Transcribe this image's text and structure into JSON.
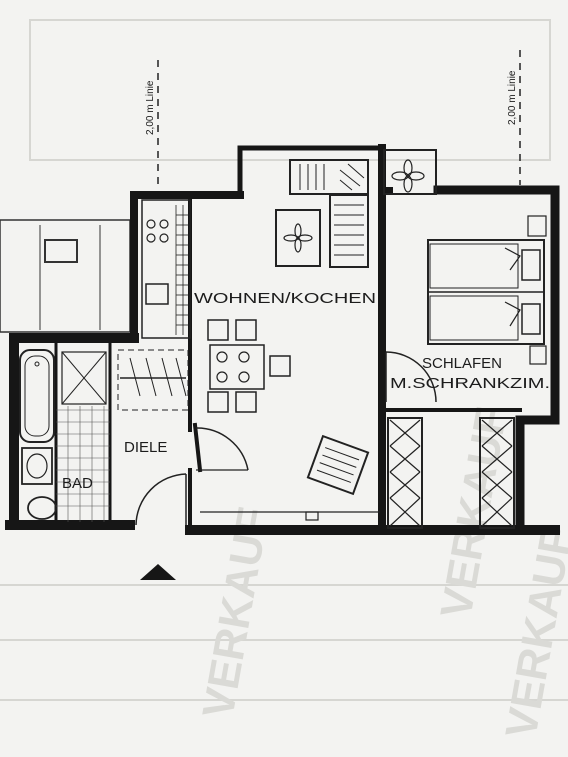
{
  "plan": {
    "rooms": {
      "wohnen": "WOHNEN/KOCHEN",
      "schlafen_line1": "SCHLAFEN",
      "schlafen_line2": "M.SCHRANKZIM.",
      "diele": "DIELE",
      "bad": "BAD"
    },
    "dimension_left": "2,00 m Linie",
    "dimension_right": "2,00 m Linie",
    "watermark": "VERKAUF",
    "colors": {
      "wall": "#161616",
      "line": "#2a2a2a",
      "paper": "#f3f3f1"
    }
  }
}
